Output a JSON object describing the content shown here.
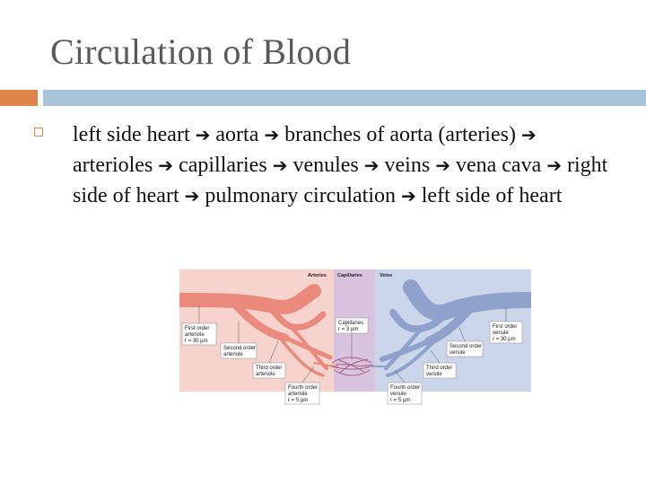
{
  "slide": {
    "title": "Circulation of Blood",
    "bullet": {
      "segments": [
        "left side heart",
        "aorta",
        "branches of aorta (arteries)",
        "arterioles",
        "capillaries",
        "venules",
        "veins",
        "vena cava",
        "right side of heart",
        "pulmonary circulation",
        "left side of heart"
      ]
    }
  },
  "diagram": {
    "headers": {
      "arteries": "Arteries",
      "capillaries": "Capillaries",
      "veins": "Veins"
    },
    "labels": {
      "first_order_arteriole": [
        "First order",
        "arteriole",
        "r = 30 μm"
      ],
      "second_order_arteriole": [
        "Second order",
        "arteriole"
      ],
      "third_order_arteriole": [
        "Third order",
        "arteriole"
      ],
      "fourth_order_arteriole": [
        "Fourth order",
        "arteriole",
        "r = 5 μm"
      ],
      "capillaries": [
        "Capillaries",
        "r = 3 μm"
      ],
      "second_order_venule": [
        "Second order",
        "venule"
      ],
      "third_order_venule": [
        "Third order",
        "venule"
      ],
      "fourth_order_venule": [
        "Fourth order",
        "venule",
        "r = 5 μm"
      ],
      "first_order_venule": [
        "First order",
        "venule",
        "r = 30 μm"
      ]
    },
    "colors": {
      "artery_zone": "#f6d3cc",
      "capillary_zone": "#d9c4e0",
      "vein_zone": "#ccd6ea",
      "artery_vessel": "#e98a7c",
      "vein_vessel": "#8fa2cc",
      "accent_orange": "#e0844a",
      "accent_blue": "#a8c3d8"
    }
  }
}
